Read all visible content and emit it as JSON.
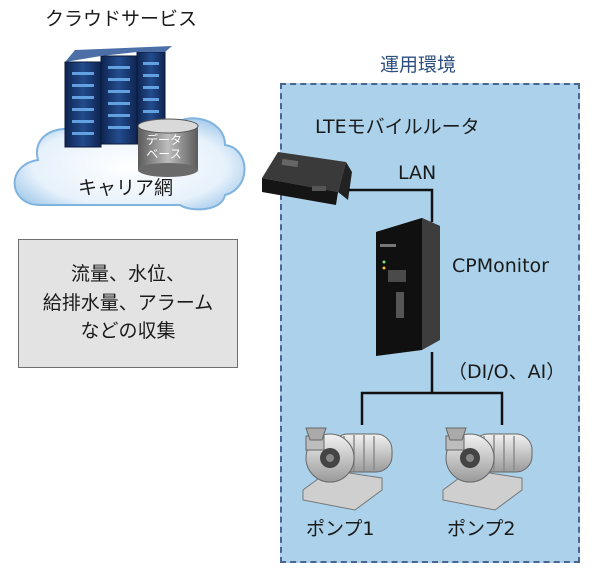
{
  "cloud": {
    "title": "クラウドサービス",
    "database_label_lines": [
      "データ",
      "ベース"
    ],
    "carrier_label": "キャリア網"
  },
  "info_box": {
    "lines": [
      "流量、水位、",
      "給排水量、アラーム",
      "などの収集"
    ]
  },
  "environment": {
    "title": "運用環境",
    "router_label": "LTEモバイルルータ",
    "link_label": "LAN",
    "controller_label": "CPMonitor",
    "io_label": "（DI/O、AI）",
    "pumps": [
      "ポンプ1",
      "ポンプ2"
    ]
  },
  "colors": {
    "environment_fill": "#abd2ea",
    "environment_border": "#4a6690",
    "server_blue": "#1b3d78",
    "cloud_fill": "#eaf3fb"
  }
}
